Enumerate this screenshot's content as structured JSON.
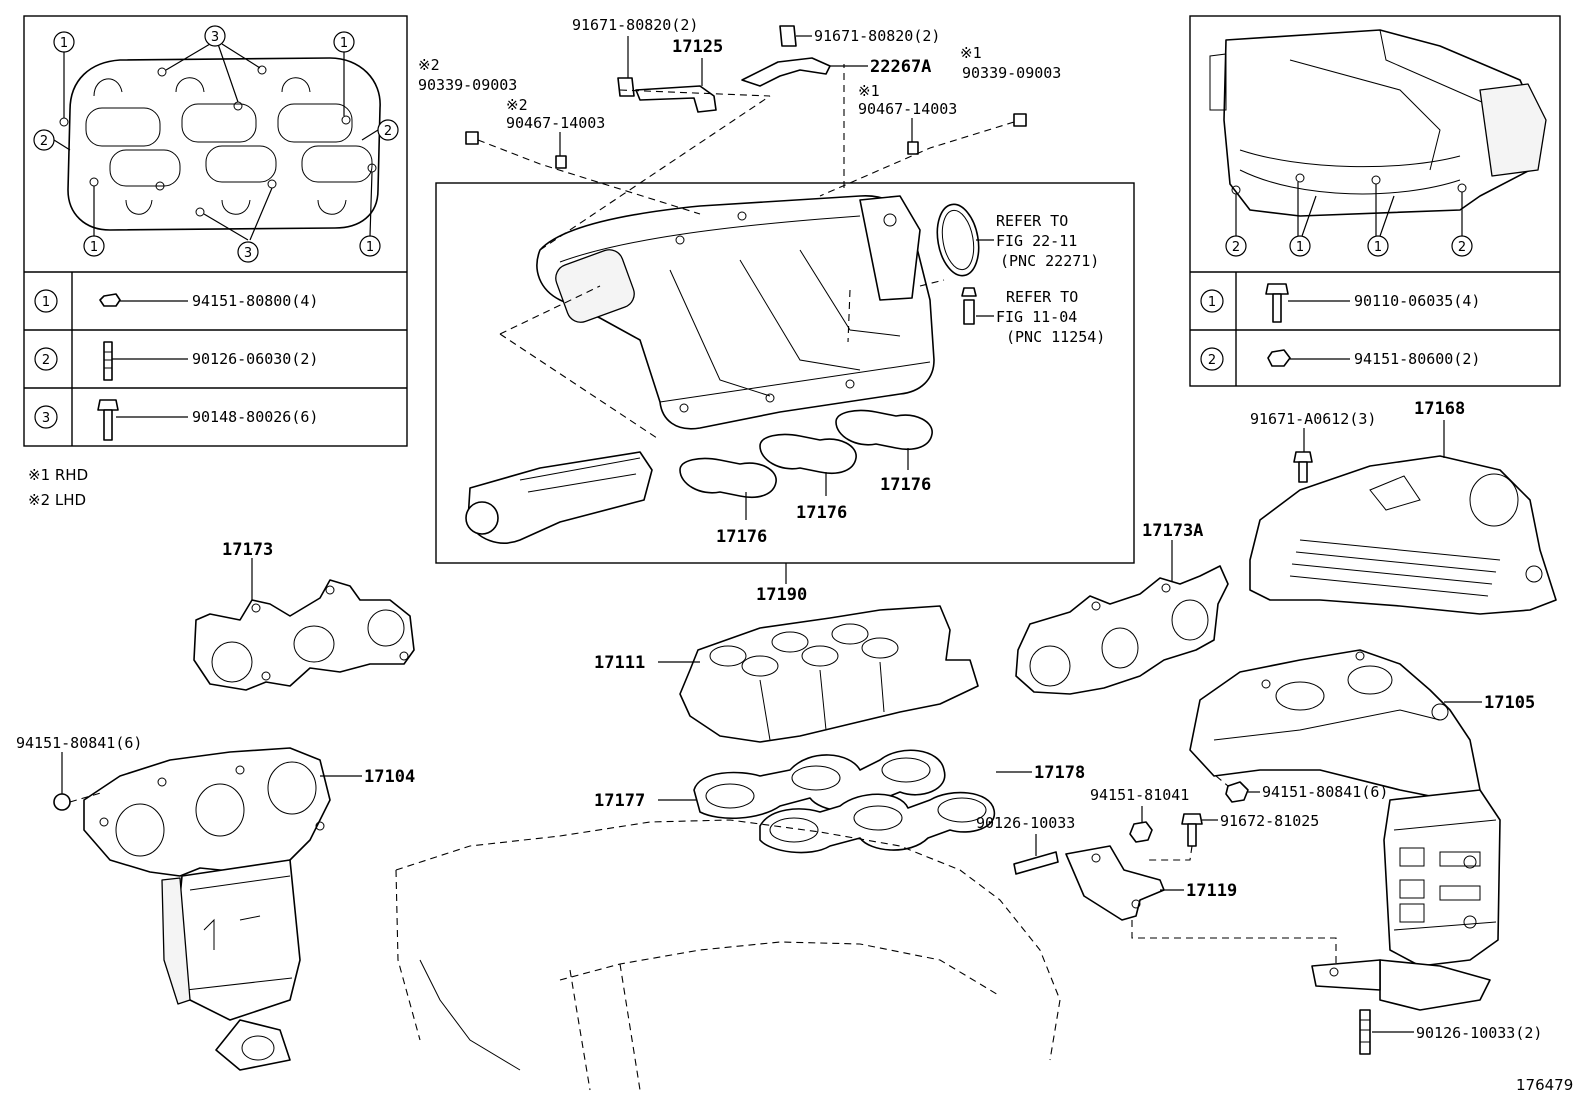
{
  "notes": {
    "rhd": "※1 RHD",
    "lhd": "※2 LHD"
  },
  "figure_id": "176479",
  "circle_marks": {
    "one": "1",
    "two": "2",
    "three": "3"
  },
  "star_marks": {
    "s1": "※1",
    "s2": "※2"
  },
  "legend_left": [
    {
      "mark": "1",
      "part": "94151-80800(4)"
    },
    {
      "mark": "2",
      "part": "90126-06030(2)"
    },
    {
      "mark": "3",
      "part": "90148-80026(6)"
    }
  ],
  "legend_right": [
    {
      "mark": "1",
      "part": "90110-06035(4)"
    },
    {
      "mark": "2",
      "part": "94151-80600(2)"
    }
  ],
  "labels": {
    "p91671_80820_a": "91671-80820(2)",
    "p91671_80820_b": "91671-80820(2)",
    "p17125": "17125",
    "p22267A": "22267A",
    "p90339_09003_a": "90339-09003",
    "p90339_09003_b": "90339-09003",
    "p90467_14003_a": "90467-14003",
    "p90467_14003_b": "90467-14003",
    "refer1_l1": "REFER TO",
    "refer1_l2": "FIG 22-11",
    "refer1_l3": "(PNC 22271)",
    "refer2_l1": "REFER TO",
    "refer2_l2": "FIG 11-04",
    "refer2_l3": "(PNC 11254)",
    "p17176_a": "17176",
    "p17176_b": "17176",
    "p17176_c": "17176",
    "p17190": "17190",
    "p17173": "17173",
    "p17173A": "17173A",
    "p17111": "17111",
    "p17168": "17168",
    "p91671_A0612": "91671-A0612(3)",
    "p17105": "17105",
    "p94151_80841_a": "94151-80841(6)",
    "p94151_80841_b": "94151-80841(6)",
    "p17104": "17104",
    "p17178": "17178",
    "p17177": "17177",
    "p94151_81041": "94151-81041",
    "p90126_10033_a": "90126-10033",
    "p91672_81025": "91672-81025",
    "p17119": "17119",
    "p90126_10033_b": "90126-10033(2)"
  }
}
